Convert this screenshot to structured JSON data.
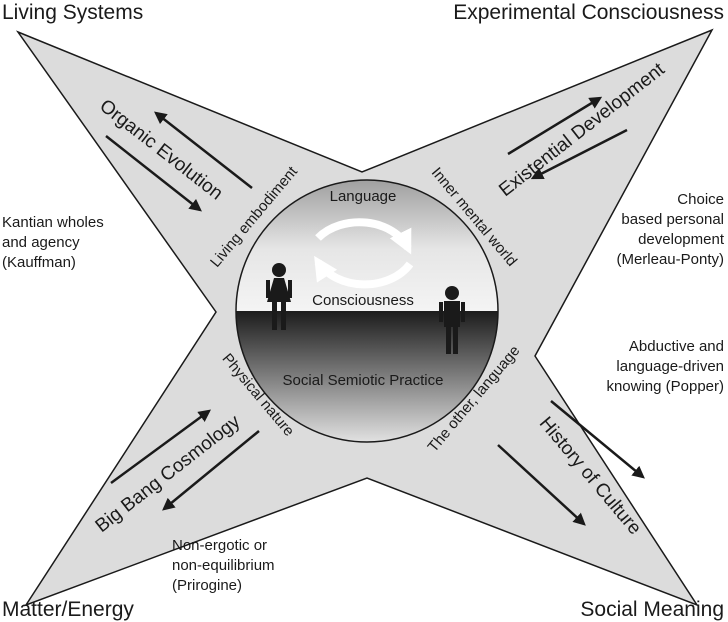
{
  "corners": {
    "top_left": "Living Systems",
    "top_right": "Experimental Consciousness",
    "bottom_left": "Matter/Energy",
    "bottom_right": "Social Meaning"
  },
  "arms": {
    "top_left": "Organic Evolution",
    "top_right": "Existential Development",
    "bottom_left": "Big Bang Cosmology",
    "bottom_right": "History of Culture"
  },
  "inner_edges": {
    "top_left": "Living embodiment",
    "top_right": "Inner mental world",
    "bottom_left": "Physical nature",
    "bottom_right": "The other, language"
  },
  "notes": {
    "left": "Kantian wholes\nand agency\n(Kauffman)",
    "right_top": "Choice\nbased personal\ndevelopment\n(Merleau-Ponty)",
    "right_bottom": "Abductive and\nlanguage-driven\nknowing (Popper)",
    "bottom": "Non-ergotic or\nnon-equilibrium\n(Prirogine)"
  },
  "center": {
    "language": "Language",
    "consciousness": "Consciousness",
    "practice": "Social Semiotic Practice"
  },
  "colors": {
    "star_fill": "#dcdcdc",
    "outline": "#1a1a1a"
  }
}
